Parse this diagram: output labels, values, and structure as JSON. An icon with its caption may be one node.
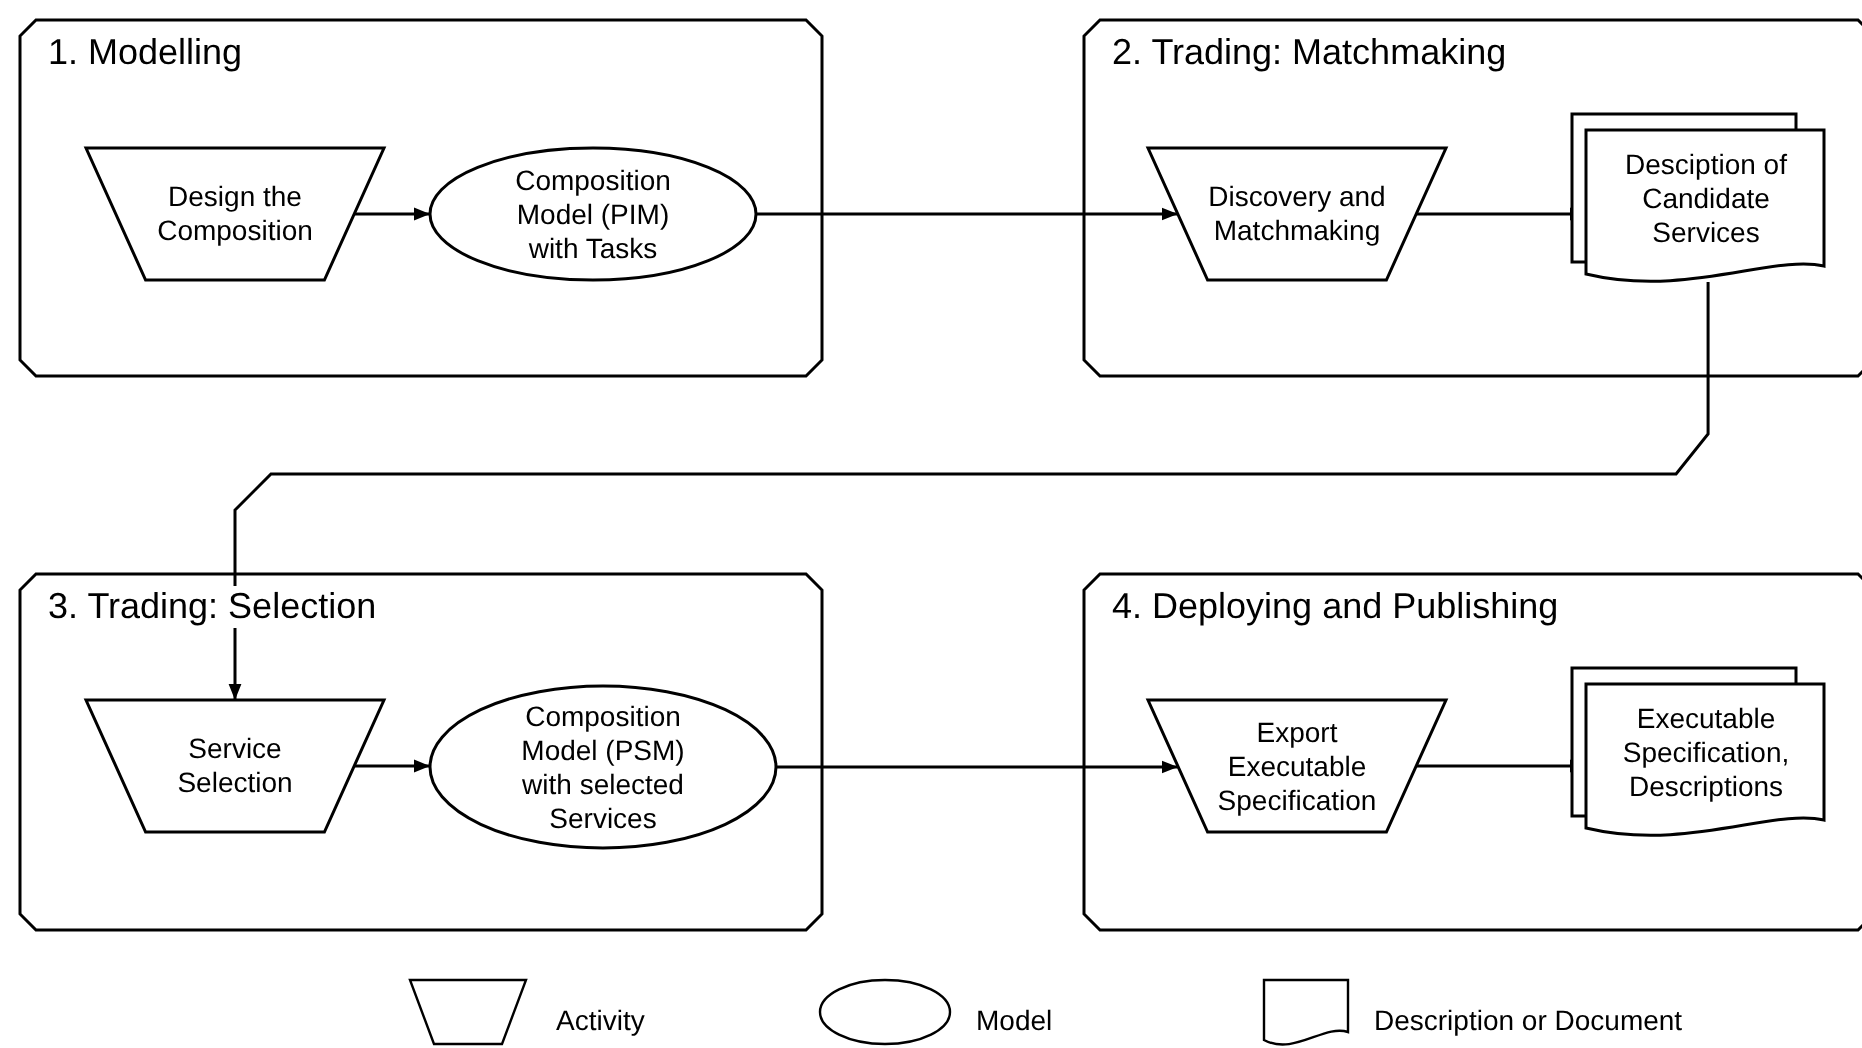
{
  "diagram": {
    "nodes": [
      {
        "text": [
          "1. Modelling"
        ]
      },
      {
        "text": [
          "Design the Composition"
        ],
        "in": 0
      },
      {
        "text": [
          "Composition Model (PIM) with Tasks"
        ],
        "in": 0
      },
      {
        "text": [
          "2. Trading: Matchmaking"
        ]
      },
      {
        "text": [
          "Discovery and Matchmaking"
        ],
        "in": 3
      },
      {
        "text": [
          "Desciption of Candidate Services"
        ],
        "in": 3
      },
      {
        "text": [
          "3. Trading: Selection"
        ]
      },
      {
        "text": [
          "Service Selection"
        ],
        "in": 6
      },
      {
        "text": [
          "Composition Model (PSM) with selected Services"
        ],
        "in": 6
      },
      {
        "text": [
          "4. Deploying and Publishing"
        ]
      },
      {
        "text": [
          "Export Executable Specification"
        ],
        "in": 9
      },
      {
        "text": [
          "Executable Specification, Descriptions"
        ],
        "in": 9
      }
    ],
    "edges": [
      {
        "from": 1,
        "to": 2,
        "arrow": "to"
      },
      {
        "from": 2,
        "to": 4,
        "arrow": "to"
      },
      {
        "from": 4,
        "to": 5,
        "arrow": "to"
      },
      {
        "from": 5,
        "to": 7,
        "arrow": "to"
      },
      {
        "from": 7,
        "to": 8,
        "arrow": "to"
      },
      {
        "from": 8,
        "to": 10,
        "arrow": "to"
      },
      {
        "from": 10,
        "to": 11,
        "arrow": "to"
      }
    ],
    "legend": [
      {
        "text": "Activity"
      },
      {
        "text": "Model"
      },
      {
        "text": "Description or Document"
      }
    ]
  }
}
